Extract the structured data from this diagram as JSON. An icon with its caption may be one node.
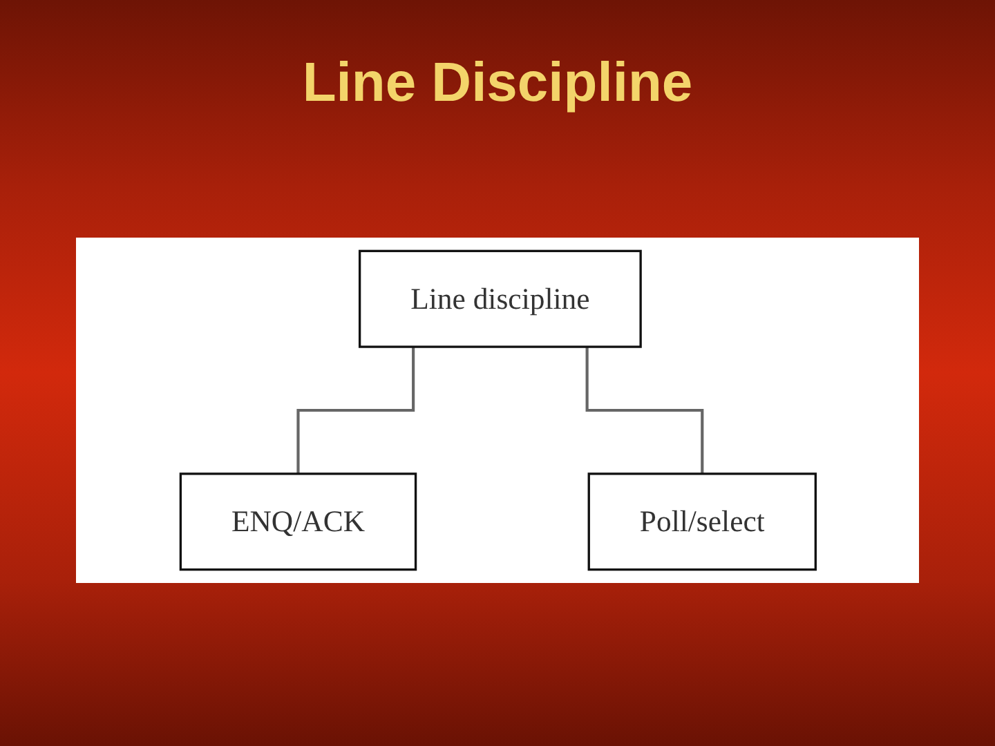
{
  "diagram": {
    "title": "Line Discipline",
    "nodes": [
      {
        "text": [
          "Line discipline"
        ]
      },
      {
        "text": [
          "ENQ/ACK"
        ]
      },
      {
        "text": [
          "Poll/select"
        ]
      }
    ],
    "edges": [
      {
        "from": 0,
        "to": 1,
        "arrow": "none"
      },
      {
        "from": 0,
        "to": 2,
        "arrow": "none"
      }
    ]
  }
}
